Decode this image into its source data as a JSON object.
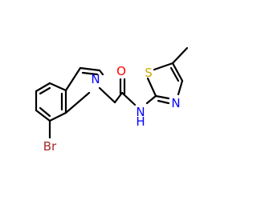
{
  "atoms": {
    "bromine": "Br",
    "indole_n": "N",
    "carbonyl_o": "O",
    "amide_n": "N",
    "amide_h": "H",
    "thiazole_s": "S",
    "thiazole_n": "N"
  },
  "colors": {
    "bond": "#000000",
    "carbon": "#000000",
    "nitrogen": "#0000ff",
    "oxygen": "#ff0000",
    "sulfur": "#ccaa00",
    "bromine": "#a52a2a"
  }
}
